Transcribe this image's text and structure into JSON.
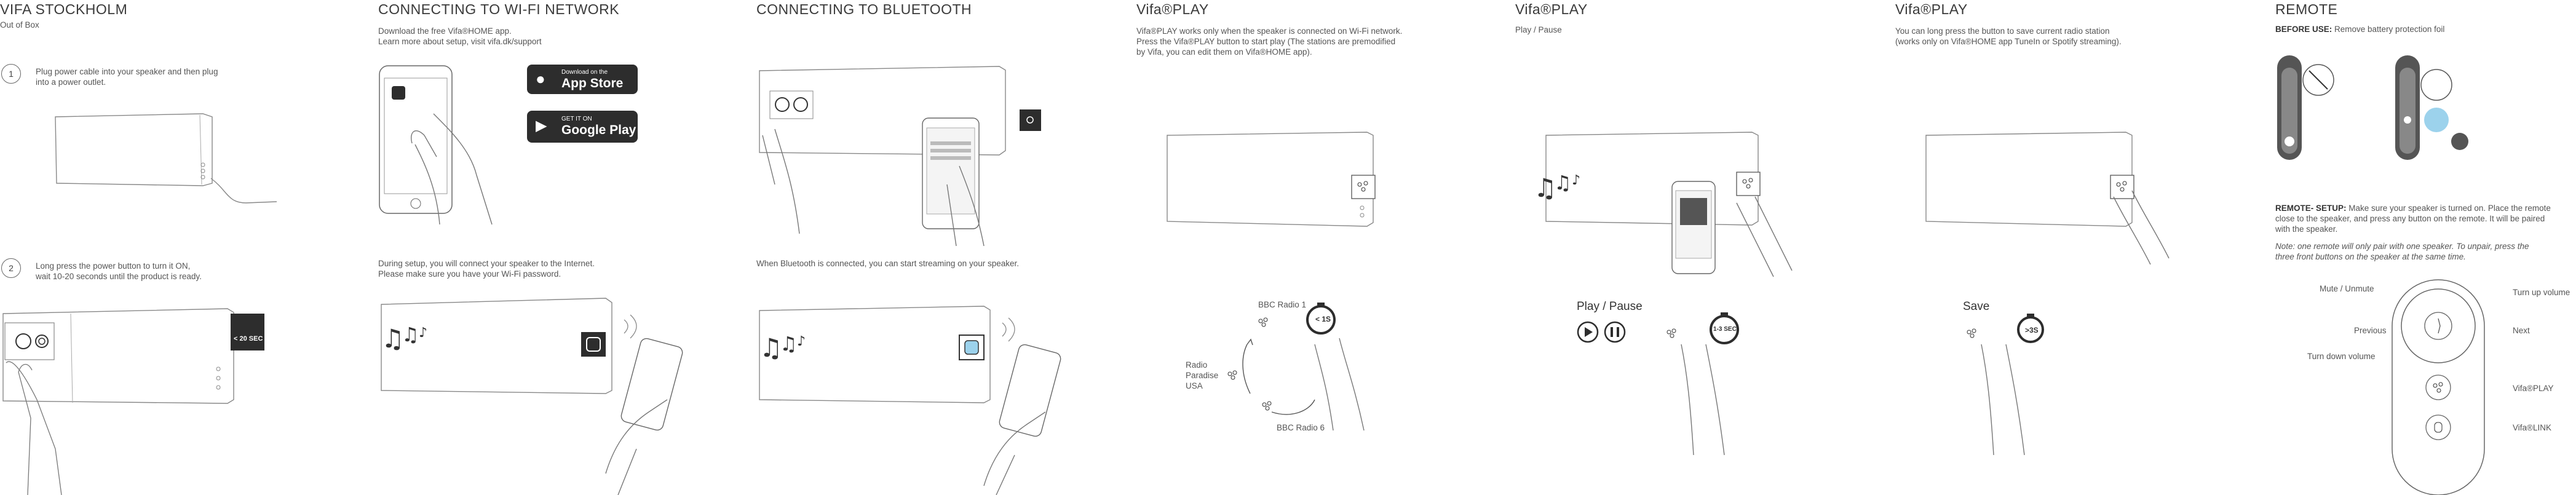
{
  "p1": {
    "title": "VIFA STOCKHOLM",
    "subtitle": "Out of Box",
    "step1_num": "1",
    "step1_text": "Plug power cable into your speaker and then plug\ninto a power outlet.",
    "step2_num": "2",
    "step2_text": "Long press the power button to turn it ON,\nwait 10-20 seconds until the product is ready.",
    "badge": "< 20 SEC"
  },
  "p2": {
    "title": "CONNECTING TO WI-FI NETWORK",
    "intro": "Download the free Vifa®HOME app.\nLearn more about setup, visit vifa.dk/support",
    "appstore_small": "Download on the",
    "appstore_big": "App Store",
    "gplay_small": "GET IT ON",
    "gplay_big": "Google Play",
    "setup_text": "During setup, you will connect your speaker to the Internet.\nPlease make sure you have your Wi-Fi password."
  },
  "p3": {
    "title": "CONNECTING TO BLUETOOTH",
    "bt_text": "When Bluetooth is connected, you can start streaming on your speaker."
  },
  "p4": {
    "title": "Vifa®PLAY",
    "text": "Vifa®PLAY works only when the speaker is connected on Wi-Fi network.\nPress the Vifa®PLAY button to start play (The stations are premodified\nby Vifa, you can edit them on Vifa®HOME app).",
    "station1": "BBC Radio 1",
    "station2": "Radio\nParadise\nUSA",
    "station3": "BBC Radio 6",
    "timer": "< 1S"
  },
  "p5": {
    "title": "Vifa®PLAY",
    "subtitle": "Play / Pause",
    "label": "Play / Pause",
    "timer": "1-3 SEC"
  },
  "p6": {
    "title": "Vifa®PLAY",
    "text": "You can long press the button to save current radio station\n(works only on Vifa®HOME app TuneIn or Spotify streaming).",
    "label": "Save",
    "timer": ">3S"
  },
  "p7": {
    "title": "REMOTE",
    "before_bold": "BEFORE USE:",
    "before_text": " Remove battery protection foil",
    "setup_bold": "REMOTE- SETUP:",
    "setup_text": " Make sure your speaker is turned on. Place the remote\nclose to the speaker, and press any button on the remote. It will be paired\nwith the speaker.",
    "note": "Note: one remote will only pair with one speaker. To unpair, press the\nthree front buttons on the speaker at the same time.",
    "labels": {
      "mute": "Mute / Unmute",
      "previous": "Previous",
      "turn_down": "Turn down volume",
      "turn_up": "Turn up volume",
      "next": "Next",
      "vifaplay": "Vifa®PLAY",
      "vifalink": "Vifa®LINK"
    }
  }
}
